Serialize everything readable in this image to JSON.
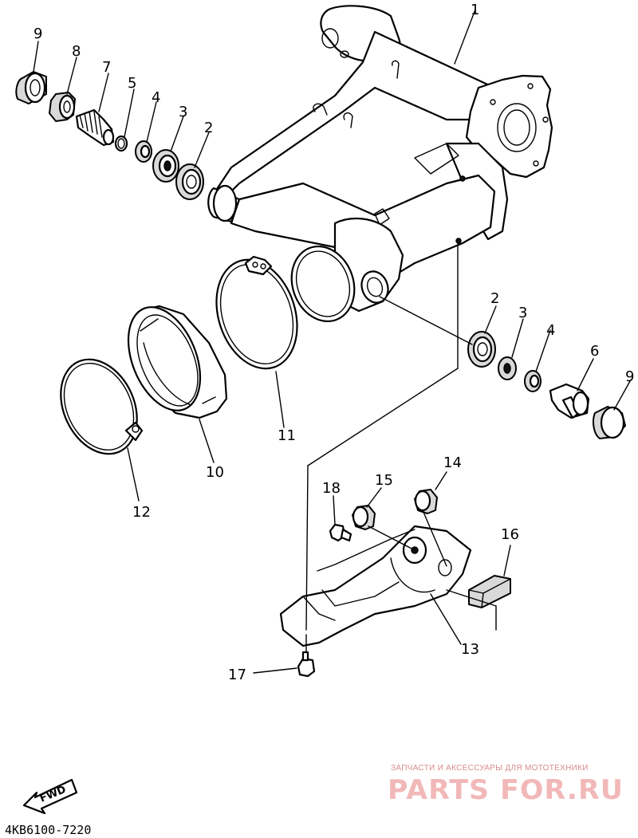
{
  "callouts": {
    "c1": "1",
    "c2_left": "2",
    "c3_left": "3",
    "c4_left": "4",
    "c5": "5",
    "c7": "7",
    "c8": "8",
    "c9_left": "9",
    "c2_right": "2",
    "c3_right": "3",
    "c4_right": "4",
    "c6": "6",
    "c9_right": "9",
    "c10": "10",
    "c11": "11",
    "c12": "12",
    "c13": "13",
    "c14": "14",
    "c15": "15",
    "c16": "16",
    "c17": "17",
    "c18": "18"
  },
  "fwd_label": "FWD",
  "diagram_code": "4KB6100-7220",
  "watermark": {
    "tagline": "ЗАПЧАСТИ И АКСЕССУАРЫ ДЛЯ МОТОТЕХНИКИ",
    "brand": "PARTS FOR.RU"
  }
}
